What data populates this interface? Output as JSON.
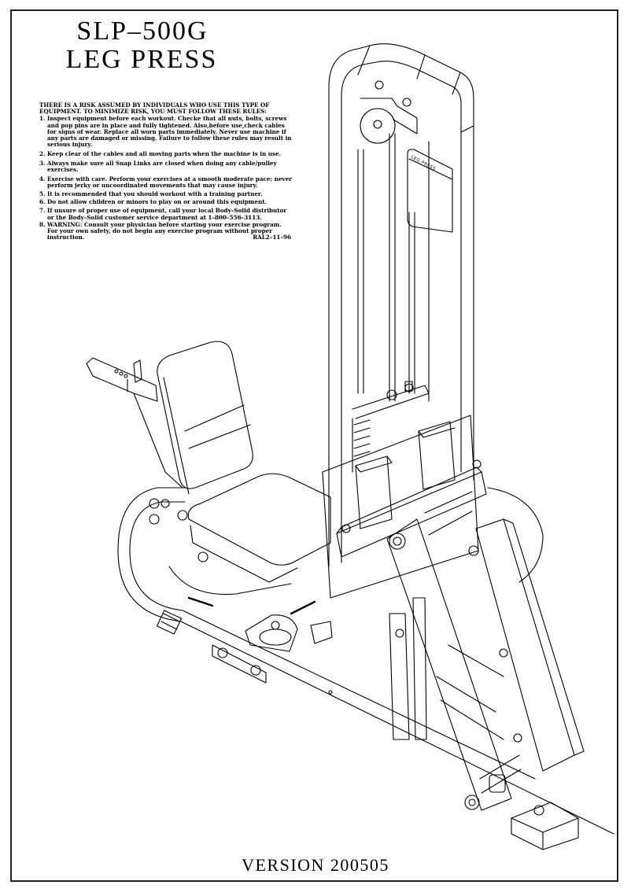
{
  "document": {
    "title_line1": "SLP–500G",
    "title_line2": "LEG  PRESS",
    "version": "VERSION  200505"
  },
  "safety": {
    "intro": "THERE IS A RISK ASSUMED BY INDIVIDUALS WHO USE THIS TYPE OF EQUIPMENT. TO MINIMIZE RISK, YOU MUST FOLLOW THESE RULES:",
    "rules": [
      {
        "num": "1.",
        "text": "Inspect equipment before each workout. Checke that all nuts, bolts, screws and pop pins are in place and fully tightened. Also,before use,check cables for signs of wear. Replace all worn parts immediately. Never use machine if any parts are damaged or missing. Failure to follow these rules may result in serious injury."
      },
      {
        "num": "2.",
        "text": "Keep clear of the cables and all moving parts when the machine is in use."
      },
      {
        "num": "3.",
        "text": "Always make sure all Snap Links are closed when doing any cable/pulley exercises."
      },
      {
        "num": "4.",
        "text": "Exercise with care. Perform your exercises at a smooth moderate pace; never perform jerky or uncoordinated movements that may cause injury."
      },
      {
        "num": "5.",
        "text": "It is recommended that you should workout with a training partner."
      },
      {
        "num": "6.",
        "text": "Do not allow children or minors to play on or around this equipment."
      },
      {
        "num": "7.",
        "text": "If unsure of proper use of equipment, call your local Body–Solid distributor or the Body–Solid customer service department at 1–800–556–3113."
      },
      {
        "num": "8.",
        "text": "WARNING: Consult your physician before starting your exercise program. For your own safety, do not begin any exercise program without proper instruction."
      }
    ],
    "doc_code": "RAL2–11–96"
  },
  "illustration": {
    "subject": "leg-press-machine",
    "plate_label": "LEG PRESS",
    "line_color": "#000000",
    "background": "#ffffff"
  }
}
